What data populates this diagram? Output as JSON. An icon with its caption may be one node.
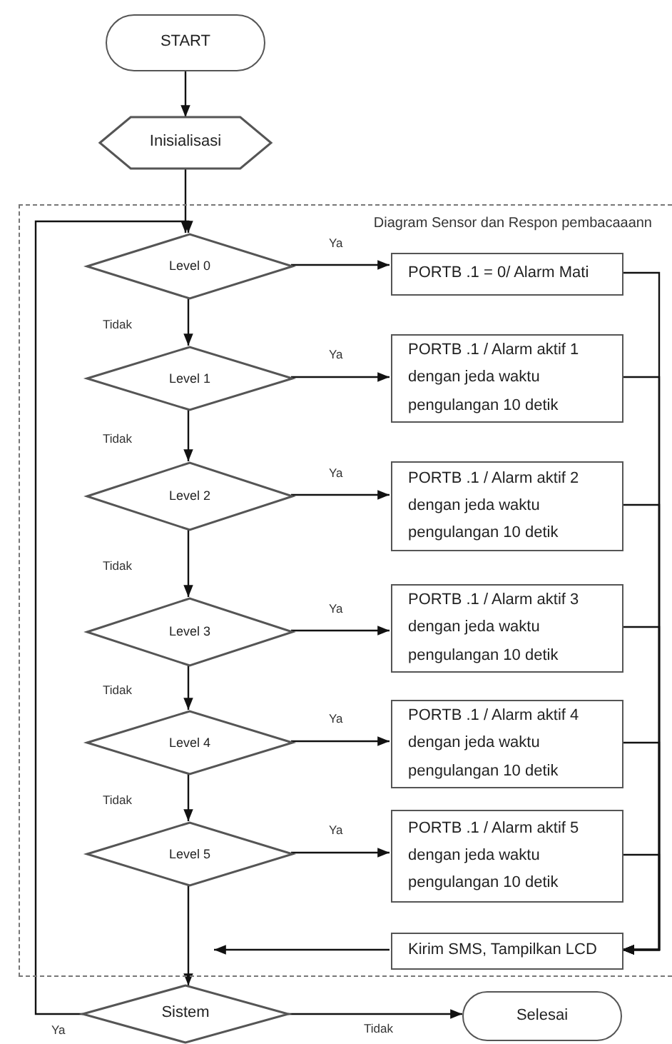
{
  "diagram": {
    "nodes": [
      {
        "text": [
          "START"
        ]
      },
      {
        "text": [
          "Inisialisasi"
        ]
      },
      {
        "text": [
          "Diagram Sensor dan Respon pembacaaann"
        ]
      },
      {
        "text": [
          "Level 0"
        ],
        "in": 2
      },
      {
        "text": [
          "PORTB .1 = 0/ Alarm Mati"
        ],
        "in": 2
      },
      {
        "text": [
          "Level 1"
        ],
        "in": 2
      },
      {
        "text": [
          "PORTB .1 / Alarm aktif 1 dengan jeda waktu pengulangan 10 detik"
        ],
        "in": 2
      },
      {
        "text": [
          "Level 2"
        ],
        "in": 2
      },
      {
        "text": [
          "PORTB .1 / Alarm aktif 2 dengan jeda waktu pengulangan 10 detik"
        ],
        "in": 2
      },
      {
        "text": [
          "Level 3"
        ],
        "in": 2
      },
      {
        "text": [
          "PORTB .1 / Alarm aktif 3 dengan jeda waktu pengulangan 10 detik"
        ],
        "in": 2
      },
      {
        "text": [
          "Level 4"
        ],
        "in": 2
      },
      {
        "text": [
          "PORTB .1 / Alarm aktif 4 dengan jeda waktu pengulangan 10 detik"
        ],
        "in": 2
      },
      {
        "text": [
          "Level 5"
        ],
        "in": 2
      },
      {
        "text": [
          "PORTB .1 / Alarm aktif 5 dengan jeda waktu pengulangan 10 detik"
        ],
        "in": 2
      },
      {
        "text": [
          "Kirim SMS, Tampilkan  LCD"
        ],
        "in": 2
      },
      {
        "text": [
          "Sistem"
        ]
      },
      {
        "text": [
          "Selesai"
        ]
      }
    ],
    "edges": [
      {
        "from": 0,
        "to": 1,
        "arrow": "to"
      },
      {
        "from": 1,
        "to": 3,
        "arrow": "to"
      },
      {
        "from": 3,
        "to": 4,
        "arrow": "to",
        "label": "Ya"
      },
      {
        "from": 3,
        "to": 5,
        "arrow": "to",
        "label": "Tidak"
      },
      {
        "from": 5,
        "to": 6,
        "arrow": "to",
        "label": "Ya"
      },
      {
        "from": 5,
        "to": 7,
        "arrow": "to",
        "label": "Tidak"
      },
      {
        "from": 7,
        "to": 8,
        "arrow": "to",
        "label": "Ya"
      },
      {
        "from": 7,
        "to": 9,
        "arrow": "to",
        "label": "Tidak"
      },
      {
        "from": 9,
        "to": 10,
        "arrow": "to",
        "label": "Ya"
      },
      {
        "from": 9,
        "to": 11,
        "arrow": "to",
        "label": "Tidak"
      },
      {
        "from": 11,
        "to": 12,
        "arrow": "to",
        "label": "Ya"
      },
      {
        "from": 11,
        "to": 13,
        "arrow": "to",
        "label": "Tidak"
      },
      {
        "from": 13,
        "to": 14,
        "arrow": "to",
        "label": "Ya"
      },
      {
        "from": 4,
        "to": 15,
        "arrow": "to"
      },
      {
        "from": 6,
        "to": 15,
        "arrow": "to"
      },
      {
        "from": 8,
        "to": 15,
        "arrow": "to"
      },
      {
        "from": 10,
        "to": 15,
        "arrow": "to"
      },
      {
        "from": 12,
        "to": 15,
        "arrow": "to"
      },
      {
        "from": 14,
        "to": 15,
        "arrow": "to"
      },
      {
        "from": 13,
        "to": 16,
        "arrow": "to"
      },
      {
        "from": 15,
        "to": null,
        "arrow": "to"
      },
      {
        "from": 16,
        "to": 17,
        "arrow": "to",
        "label": "Tidak"
      },
      {
        "from": 16,
        "to": 3,
        "arrow": "to",
        "label": "Ya"
      }
    ]
  }
}
